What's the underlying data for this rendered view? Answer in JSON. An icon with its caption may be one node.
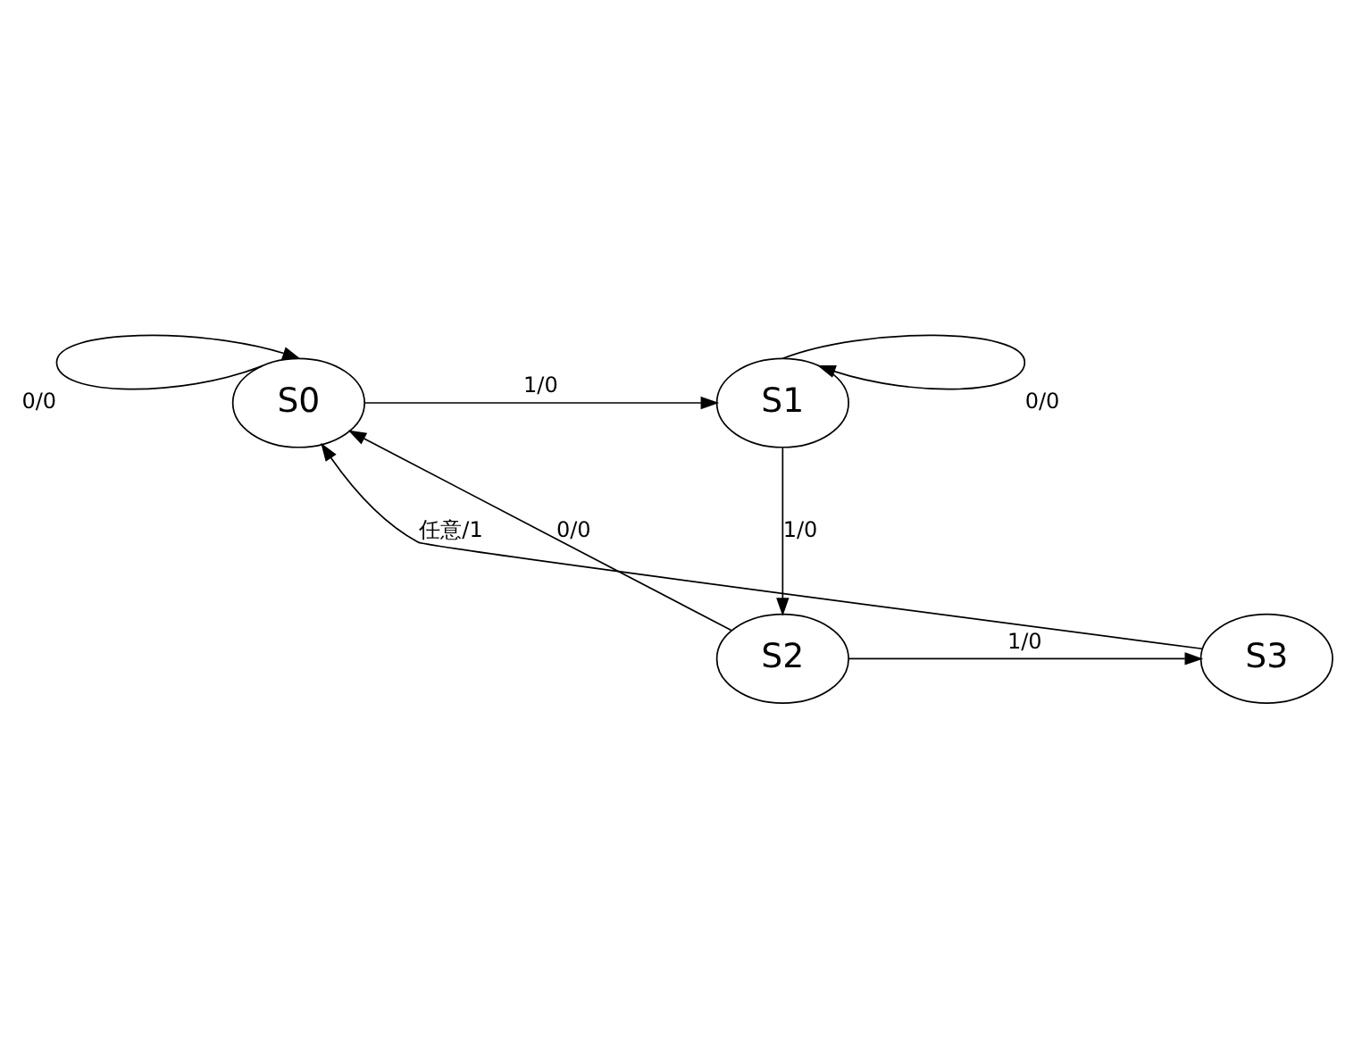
{
  "diagram": {
    "nodes": [
      {
        "text": [
          "S0"
        ]
      },
      {
        "text": [
          "S1"
        ]
      },
      {
        "text": [
          "S2"
        ]
      },
      {
        "text": [
          "S3"
        ]
      }
    ],
    "edges": [
      {
        "from": 0,
        "to": 0,
        "arrow": "to",
        "label": "0/0"
      },
      {
        "from": 0,
        "to": 1,
        "arrow": "to",
        "label": "1/0"
      },
      {
        "from": 1,
        "to": 1,
        "arrow": "to",
        "label": "0/0"
      },
      {
        "from": 1,
        "to": 2,
        "arrow": "to",
        "label": "1/0"
      },
      {
        "from": 2,
        "to": 0,
        "arrow": "to",
        "label": "0/0"
      },
      {
        "from": 2,
        "to": 3,
        "arrow": "to",
        "label": "1/0"
      },
      {
        "from": 3,
        "to": 0,
        "arrow": "to",
        "label": "任意/1"
      }
    ]
  }
}
